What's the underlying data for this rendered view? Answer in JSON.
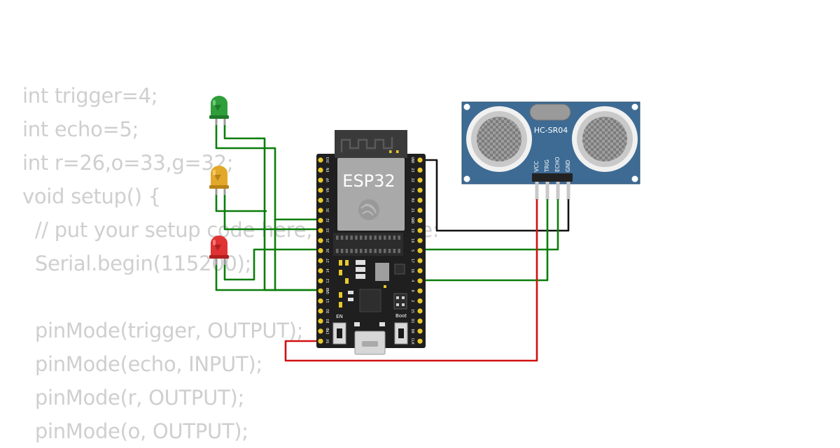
{
  "code_lines": [
    "int trigger=4;",
    "int echo=5;",
    "int r=26,o=33,g=32;",
    "void setup() {",
    "  // put your setup code here, to run once:",
    "  Serial.begin(115200);",
    "",
    "  pinMode(trigger, OUTPUT);",
    "  pinMode(echo, INPUT);",
    "  pinMode(r, OUTPUT);",
    "  pinMode(o, OUTPUT);"
  ],
  "board": {
    "title": "ESP32",
    "en_label": "EN",
    "boot_label": "Boot",
    "left_pins": [
      "3V3",
      "EN",
      "VP",
      "VN",
      "34",
      "35",
      "32",
      "33",
      "25",
      "26",
      "27",
      "14",
      "12",
      "GND",
      "13",
      "D2",
      "D3",
      "CMD",
      "5V"
    ],
    "right_pins": [
      "GND",
      "23",
      "22",
      "TX",
      "RX",
      "21",
      "GND",
      "19",
      "18",
      "5",
      "17",
      "16",
      "4",
      "0",
      "2",
      "15",
      "D1",
      "D0",
      "CLK"
    ]
  },
  "sensor": {
    "title": "HC-SR04",
    "pins": [
      "VCC",
      "TRIG",
      "ECHO",
      "GND"
    ]
  },
  "leds": [
    {
      "color": "green"
    },
    {
      "color": "yellow"
    },
    {
      "color": "red"
    }
  ],
  "colors": {
    "code_text": "#cfcfcf",
    "wire_green": "#0a7d0a",
    "wire_black": "#111111",
    "wire_red": "#d01010",
    "board": "#1f1f1f",
    "sensor": "#3d6b94",
    "pin_gold": "#e8c92e"
  }
}
